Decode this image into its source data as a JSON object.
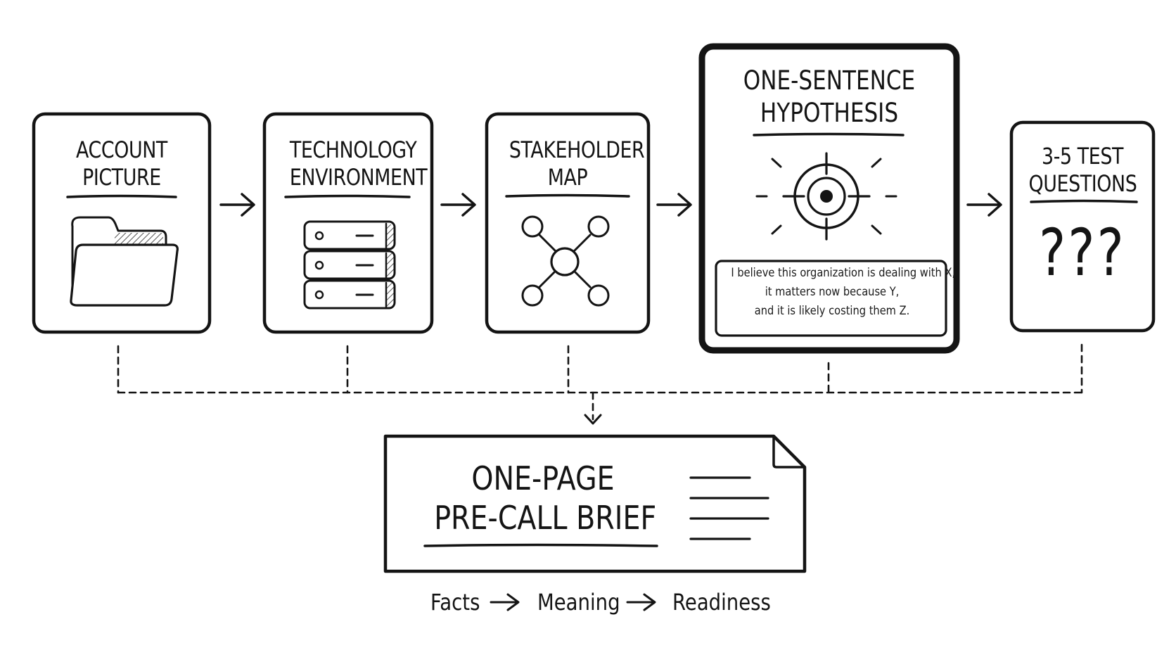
{
  "cards": [
    {
      "id": "account-picture",
      "title_lines": [
        "ACCOUNT",
        "PICTURE"
      ],
      "icon": "folder-icon"
    },
    {
      "id": "technology-environment",
      "title_lines": [
        "TECHNOLOGY",
        "ENVIRONMENT"
      ],
      "icon": "server-stack-icon"
    },
    {
      "id": "stakeholder-map",
      "title_lines": [
        "STAKEHOLDER",
        "MAP"
      ],
      "icon": "network-icon"
    },
    {
      "id": "one-sentence-hypothesis",
      "title_lines": [
        "ONE-SENTENCE",
        "HYPOTHESIS"
      ],
      "icon": "target-icon",
      "highlighted": true,
      "sentence_lines": [
        "I believe this organization is dealing with X,",
        "it matters now because Y,",
        "and it is likely costing them Z."
      ]
    },
    {
      "id": "test-questions",
      "title_lines": [
        "3-5 TEST",
        "QUESTIONS"
      ],
      "icon": "question-marks-icon",
      "glyphs": "???"
    }
  ],
  "output": {
    "title_lines": [
      "ONE-PAGE",
      "PRE-CALL BRIEF"
    ],
    "icon": "document-lines-icon"
  },
  "flow": {
    "steps": [
      "Facts",
      "Meaning",
      "Readiness"
    ],
    "arrow_icon": "right-arrow-icon"
  },
  "colors": {
    "ink": "#141414",
    "background": "#ffffff",
    "hatch": "#8a8a8a"
  }
}
